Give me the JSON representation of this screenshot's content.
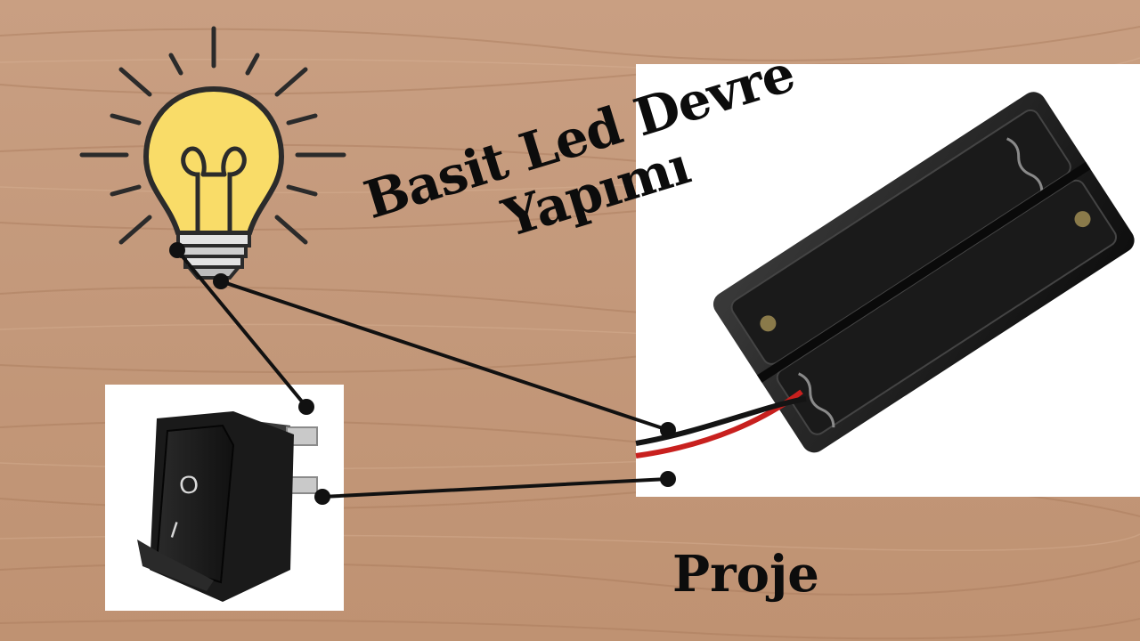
{
  "title": {
    "line1": "Basit Led Devre",
    "line2": "Yapımı"
  },
  "caption": "Proje",
  "switch": {
    "on_symbol": "O",
    "off_symbol": "I"
  },
  "colors": {
    "wood_base": "#c4987a",
    "bulb_yellow": "#f9dc68",
    "wire_black": "#111111",
    "wire_red": "#c8201e"
  }
}
